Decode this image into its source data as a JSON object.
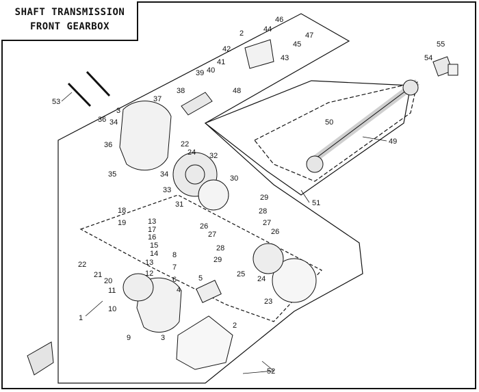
{
  "title": {
    "line1": "SHAFT TRANSMISSION",
    "line2": "FRONT GEARBOX"
  },
  "callouts": [
    "1",
    "2",
    "2",
    "3",
    "3",
    "4",
    "5",
    "6",
    "7",
    "8",
    "9",
    "10",
    "11",
    "12",
    "13",
    "13",
    "14",
    "15",
    "16",
    "17",
    "18",
    "19",
    "20",
    "21",
    "22",
    "22",
    "23",
    "24",
    "24",
    "25",
    "26",
    "26",
    "27",
    "27",
    "28",
    "28",
    "29",
    "29",
    "30",
    "31",
    "32",
    "33",
    "34",
    "34",
    "35",
    "36",
    "36",
    "37",
    "38",
    "39",
    "40",
    "41",
    "42",
    "43",
    "44",
    "45",
    "46",
    "47",
    "48",
    "49",
    "50",
    "51",
    "52",
    "53",
    "54",
    "55"
  ],
  "colors": {
    "line": "#111111",
    "background": "#ffffff"
  }
}
